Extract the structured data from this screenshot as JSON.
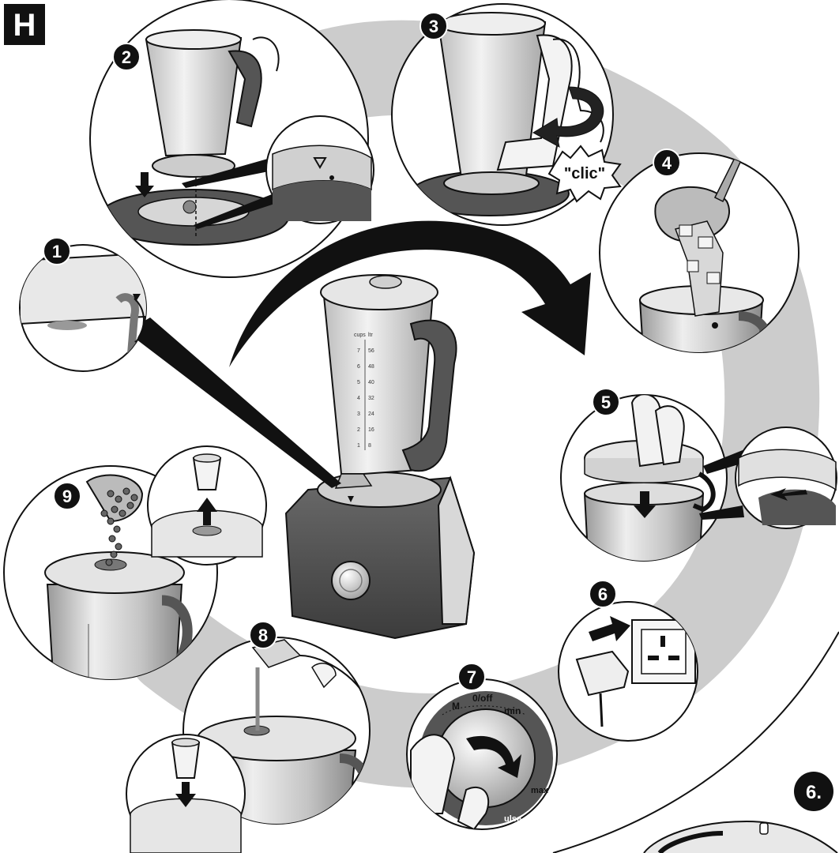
{
  "section_badge": "H",
  "steps": [
    {
      "id": "step-1",
      "number": "1"
    },
    {
      "id": "step-2",
      "number": "2"
    },
    {
      "id": "step-3",
      "number": "3"
    },
    {
      "id": "step-4",
      "number": "4"
    },
    {
      "id": "step-5",
      "number": "5"
    },
    {
      "id": "step-6",
      "number": "6"
    },
    {
      "id": "step-7",
      "number": "7"
    },
    {
      "id": "step-8",
      "number": "8"
    },
    {
      "id": "step-9",
      "number": "9"
    }
  ],
  "clic_label": "\"clic\"",
  "dial": {
    "m_label": "M",
    "off_label": "0/off",
    "min_label": "min",
    "max_label": "max",
    "pulse_label": "ulse"
  },
  "jar_markings": {
    "cups": "cups",
    "ltr": "ltr",
    "cup_values": [
      "7",
      "6",
      "5",
      "4",
      "3",
      "2",
      "1"
    ],
    "ml_values": [
      "56",
      "48",
      "40",
      "32",
      "24",
      "16",
      "8"
    ]
  },
  "corner_badge": "6.",
  "colors": {
    "ink": "#111111",
    "swoosh": "#c6c6c6",
    "body_dark": "#5a5a5a",
    "steel_light": "#e4e4e4",
    "steel_mid": "#b4b4b4"
  }
}
